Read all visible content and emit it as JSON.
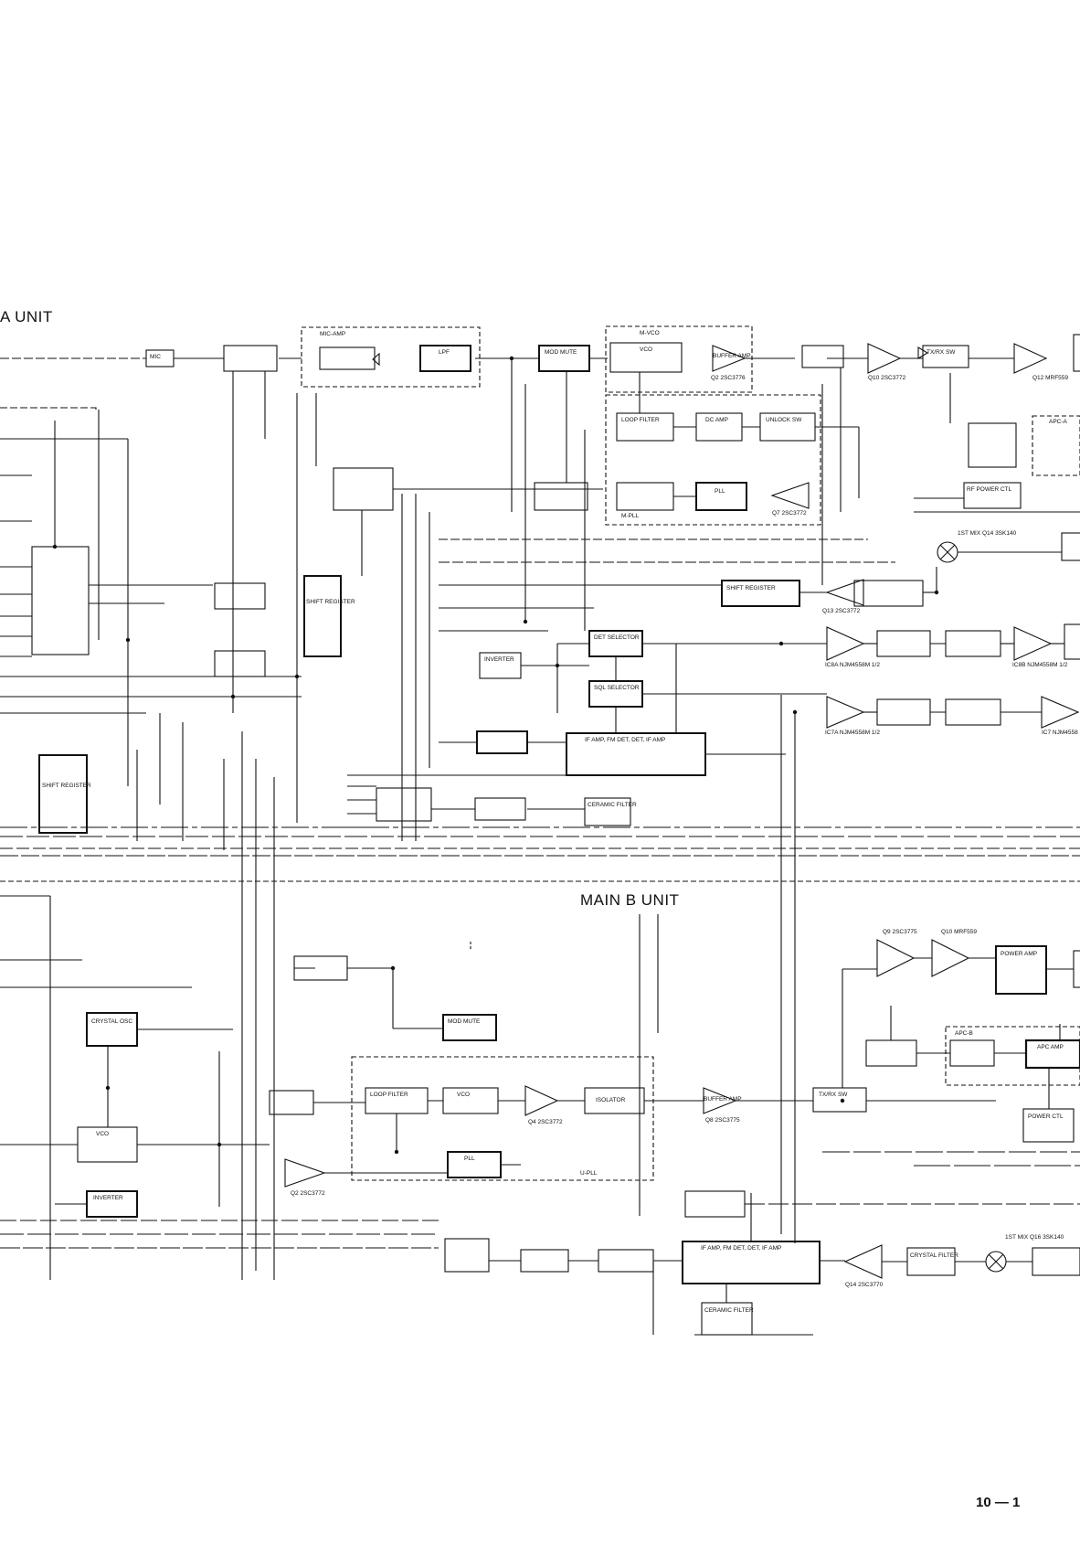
{
  "units": {
    "main_a": "A UNIT",
    "main_b": "MAIN B UNIT"
  },
  "page_number": "10 — 1",
  "section_labels": {
    "mic_amp": "MIC-AMP",
    "m_vco": "M-VCO",
    "m_pll": "M-PLL",
    "u_pll": "U-PLL",
    "apc_a": "APC-A",
    "apc_b": "APC-B"
  },
  "blocks": {
    "mic": "MIC",
    "lpf": "LPF",
    "mod_mute_a": "MOD MUTE",
    "vco_a": "VCO",
    "buffer_amp_a": "BUFFER AMP",
    "loop_filter_a": "LOOP FILTER",
    "dc_amp_a": "DC AMP",
    "unlock_sw_a": "UNLOCK SW",
    "pll_a": "PLL",
    "shift_register_a": "SHIFT REGISTER",
    "shift_register_b": "SHIFT REGISTER",
    "shift_register_c": "SHIFT REGISTER",
    "inverter_a": "INVERTER",
    "det_selector_a": "DET SELECTOR",
    "det_selector_b": "SQL SELECTOR",
    "if_amp_a": "IF AMP, FM DET, DET, IF AMP",
    "ceramic_filter_a": "CERAMIC FILTER",
    "mod_mute_b": "MOD MUTE",
    "tx_rx_sw_a": "TX/RX SW",
    "rf_power_ctl": "RF POWER CTL",
    "power_amp_b": "POWER AMP",
    "crystal_osc": "CRYSTAL OSC",
    "vco_b": "VCO",
    "inverter_b": "INVERTER",
    "loop_filter_b": "LOOP FILTER",
    "vco_b2": "VCO",
    "isolator_b": "ISOLATOR",
    "pll_b": "PLL",
    "buffer_amp_b": "BUFFER AMP",
    "if_amp_b": "IF AMP, FM DET, DET, IF AMP",
    "ceramic_filter_b": "CERAMIC FILTER",
    "crystal_filter_b": "CRYSTAL FILTER",
    "apc_amp": "APC AMP",
    "power_ctl_b": "POWER CTL",
    "tx_rx_sw_b": "TX/RX SW"
  },
  "part_labels": {
    "q2_a": "Q2 2SC3776",
    "q10_a": "Q10 2SC3772",
    "q12_a": "Q12 MRF559",
    "q7_a": "Q7 2SC3772",
    "q13_a": "Q13 2SC3772",
    "mix1_a": "1ST MIX Q14 3SK140",
    "ic8a": "IC8A NJM4558M 1/2",
    "ic7a": "IC7A NJM4558M 1/2",
    "ic8b": "IC8B NJM4558M 1/2",
    "ic7_a": "IC7 NJM4558",
    "q9_b": "Q9 2SC3775",
    "q10_b": "Q10 MRF559",
    "q4_b": "Q4 2SC3772",
    "q8_b": "Q8 2SC3775",
    "q2_b": "Q2 2SC3772",
    "q14_b": "Q14 2SC3770",
    "mix1_b": "1ST MIX Q16 3SK140"
  }
}
